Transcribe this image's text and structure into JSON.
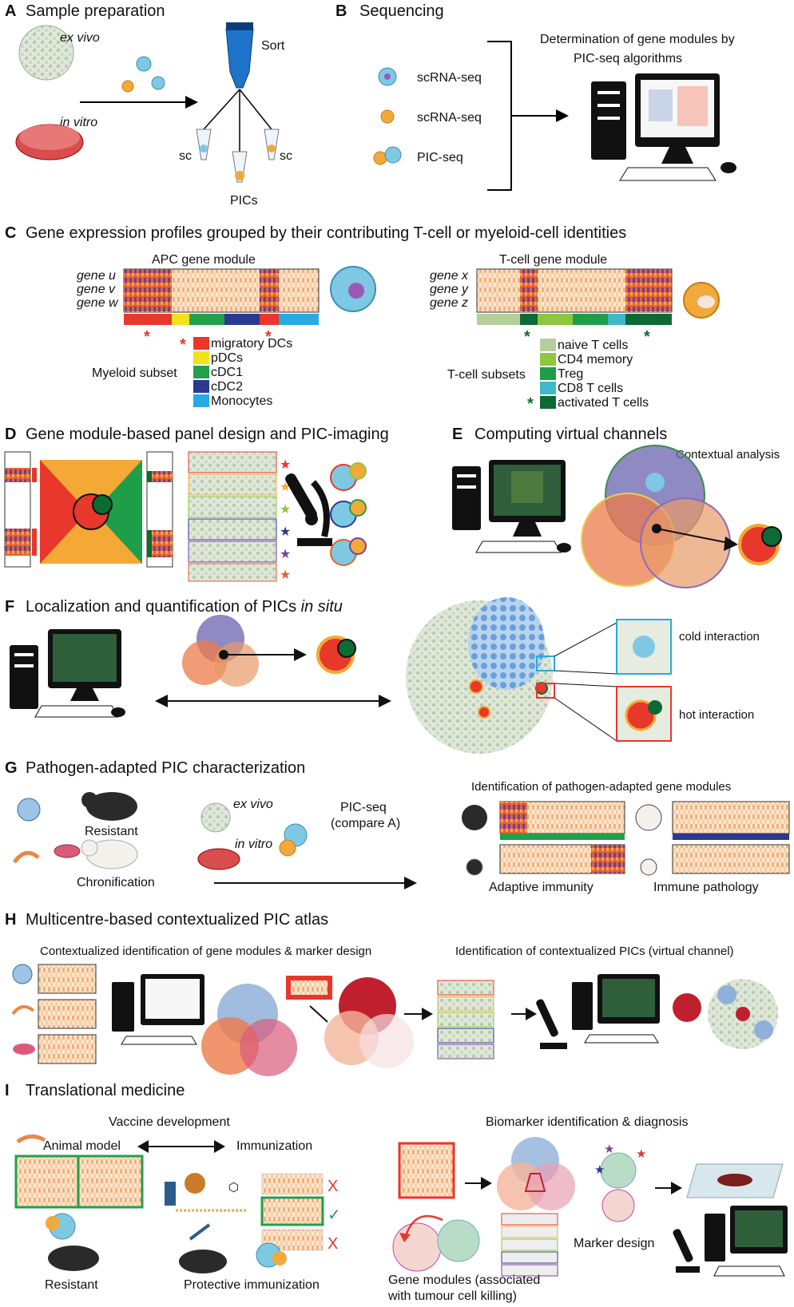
{
  "panels": {
    "A": {
      "letter": "A",
      "title": "Sample preparation",
      "ex_vivo": "ex vivo",
      "in_vitro": "in vitro",
      "sort": "Sort",
      "sc_left": "sc",
      "sc_right": "sc",
      "pics": "PICs"
    },
    "B": {
      "letter": "B",
      "title": "Sequencing",
      "row1": "scRNA-seq",
      "row2": "scRNA-seq",
      "row3": "PIC-seq",
      "algo_line1": "Determination of gene modules by",
      "algo_line2": "PIC-seq algorithms"
    },
    "C": {
      "letter": "C",
      "title": "Gene expression profiles grouped by their contributing T-cell or myeloid-cell identities",
      "apc_title": "APC gene module",
      "apc_genes": [
        "gene u",
        "gene v",
        "gene w"
      ],
      "tcell_title": "T-cell gene module",
      "tcell_genes": [
        "gene x",
        "gene y",
        "gene z"
      ],
      "myeloid_label": "Myeloid subset",
      "tcell_label": "T-cell subsets",
      "myeloid_legend": [
        {
          "label": "migratory DCs",
          "color": "#e8372b"
        },
        {
          "label": "pDCs",
          "color": "#f2e21b"
        },
        {
          "label": "cDC1",
          "color": "#22a04b"
        },
        {
          "label": "cDC2",
          "color": "#2b3990"
        },
        {
          "label": "Monocytes",
          "color": "#27a9e1"
        }
      ],
      "tcell_legend": [
        {
          "label": "naive T cells",
          "color": "#b5cf9a"
        },
        {
          "label": "CD4 memory",
          "color": "#8dc63f"
        },
        {
          "label": "Treg",
          "color": "#1e9e48"
        },
        {
          "label": "CD8 T cells",
          "color": "#3fb8c8"
        },
        {
          "label": "activated T cells",
          "color": "#0c6b35"
        }
      ],
      "asterisk": "*"
    },
    "D": {
      "letter": "D",
      "title": "Gene module-based panel design and PIC-imaging"
    },
    "E": {
      "letter": "E",
      "title": "Computing virtual channels",
      "contextual": "Contextual analysis"
    },
    "F": {
      "letter": "F",
      "title_prefix": "Localization and quantification of PICs ",
      "title_italic": "in situ",
      "cold": "cold interaction",
      "hot": "hot interaction"
    },
    "G": {
      "letter": "G",
      "title": "Pathogen-adapted PIC characterization",
      "resistant": "Resistant",
      "chronification": "Chronification",
      "ex_vivo": "ex vivo",
      "in_vitro": "in vitro",
      "picseq": "PIC-seq",
      "compare": "(compare A)",
      "identification": "Identification of pathogen-adapted gene modules",
      "adaptive": "Adaptive immunity",
      "pathology": "Immune pathology"
    },
    "H": {
      "letter": "H",
      "title": "Multicentre-based contextualized PIC atlas",
      "left_caption": "Contextualized identification of gene modules & marker design",
      "right_caption": "Identification of contextualized PICs (virtual channel)"
    },
    "I": {
      "letter": "I",
      "title": "Translational medicine",
      "vaccine": "Vaccine development",
      "animal_model": "Animal model",
      "immunization": "Immunization",
      "resistant": "Resistant",
      "protective": "Protective immunization",
      "biomarker": "Biomarker identification & diagnosis",
      "marker_design": "Marker design",
      "gene_modules_1": "Gene modules (associated",
      "gene_modules_2": "with tumour cell killing)",
      "cross": "X",
      "check": "✓"
    }
  },
  "colors": {
    "accent_red": "#e8372b",
    "dark_green": "#0c6b35",
    "heat_orange": "#e8622b",
    "heat_purple": "#6a3fa0",
    "blue_cell": "#7ec8e3"
  }
}
